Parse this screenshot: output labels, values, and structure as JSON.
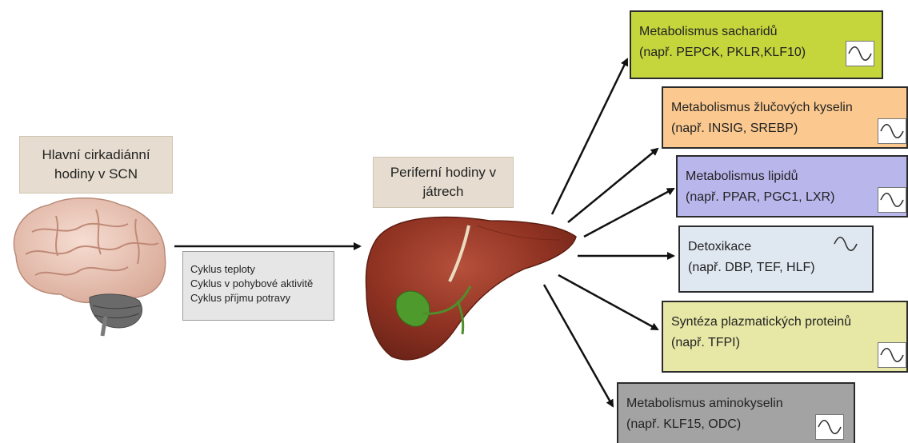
{
  "scn_label": [
    "Hlavní cirkadiánní",
    "hodiny v SCN"
  ],
  "liver_label": [
    "Periferní hodiny v",
    "játrech"
  ],
  "cycles": [
    "Cyklus teploty",
    "Cyklus v pohybové aktivitě",
    "Cyklus příjmu potravy"
  ],
  "outputs": [
    {
      "title": "Metabolismus sacharidů",
      "example": "(např. PEPCK, PKLR,KLF10)",
      "color": "#c5d53c"
    },
    {
      "title": "Metabolismus žlučových kyselin",
      "example": "(např. INSIG, SREBP)",
      "color": "#fbc98f"
    },
    {
      "title": "Metabolismus lipidů",
      "example": "(např. PPAR, PGC1, LXR)",
      "color": "#b9b6ec"
    },
    {
      "title": "Detoxikace",
      "example": "(např. DBP, TEF, HLF)",
      "color": "#dfe7f0"
    },
    {
      "title": "Syntéza plazmatických proteinů",
      "example": "(např. TFPI)",
      "color": "#e7e8a6"
    },
    {
      "title": "Metabolismus aminokyselin",
      "example": "(např. KLF15, ODC)",
      "color": "#a3a3a3"
    }
  ],
  "icons": [
    "brain-illustration",
    "liver-illustration",
    "sine-wave-icon",
    "arrow"
  ]
}
